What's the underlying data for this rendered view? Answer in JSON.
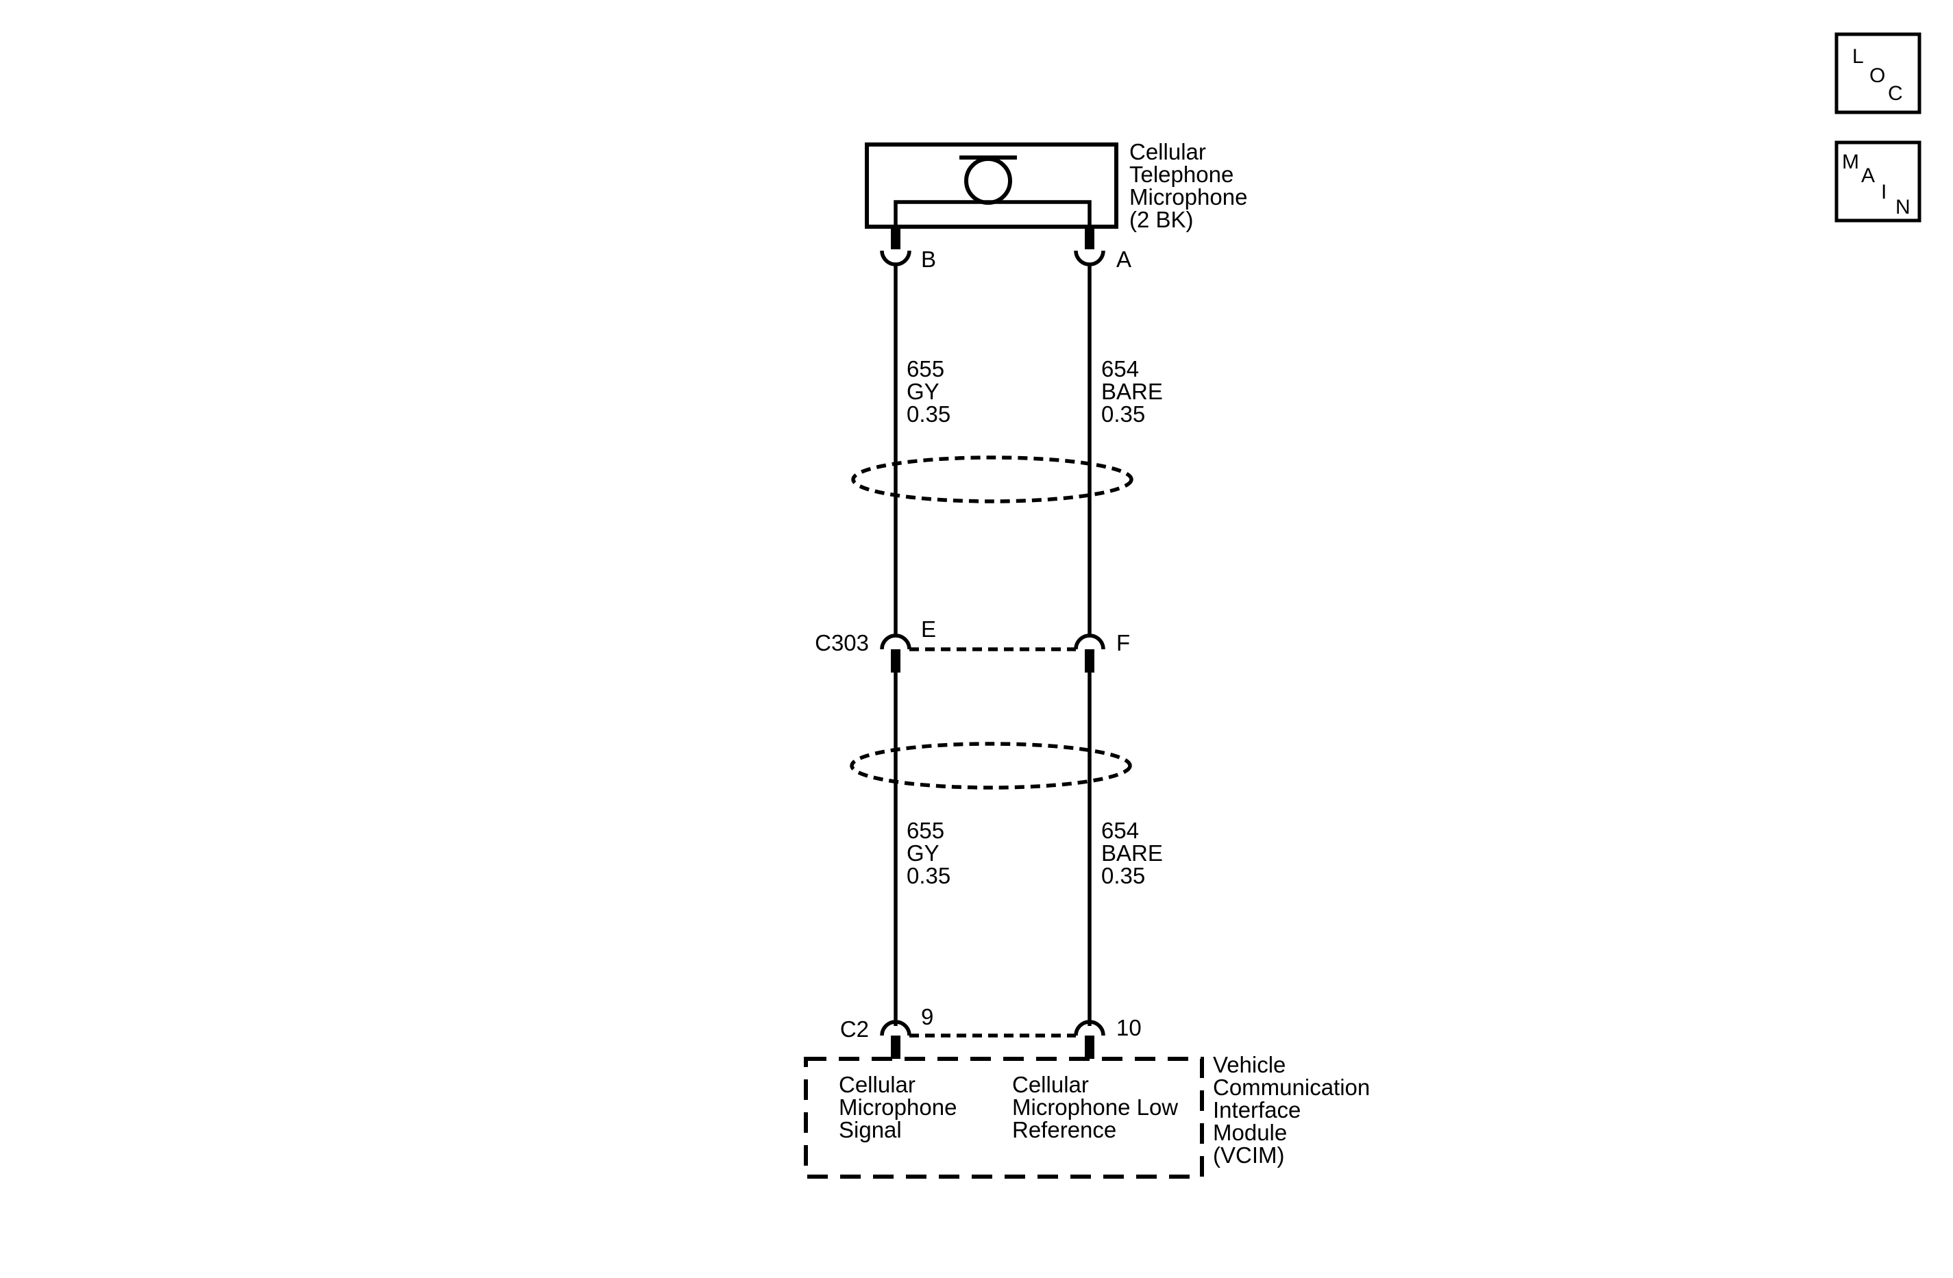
{
  "component_top": {
    "label_lines": [
      "Cellular",
      "Telephone",
      "Microphone",
      "(2 BK)"
    ],
    "pin_left": "B",
    "pin_right": "A"
  },
  "wire_top_left": {
    "circuit": "655",
    "color": "GY",
    "size": "0.35"
  },
  "wire_top_right": {
    "circuit": "654",
    "color": "BARE",
    "size": "0.35"
  },
  "connector_mid": {
    "name": "C303",
    "pin_left": "E",
    "pin_right": "F"
  },
  "wire_bottom_left": {
    "circuit": "655",
    "color": "GY",
    "size": "0.35"
  },
  "wire_bottom_right": {
    "circuit": "654",
    "color": "BARE",
    "size": "0.35"
  },
  "connector_bottom": {
    "name": "C2",
    "pin_left": "9",
    "pin_right": "10"
  },
  "module": {
    "label_lines": [
      "Vehicle",
      "Communication",
      "Interface",
      "Module",
      "(VCIM)"
    ],
    "left_function_lines": [
      "Cellular",
      "Microphone",
      "Signal"
    ],
    "right_function_lines": [
      "Cellular",
      "Microphone Low",
      "Reference"
    ]
  },
  "nav_loc": {
    "letters": [
      "L",
      "O",
      "C"
    ]
  },
  "nav_main": {
    "letters": [
      "M",
      "A",
      "I",
      "N"
    ]
  }
}
